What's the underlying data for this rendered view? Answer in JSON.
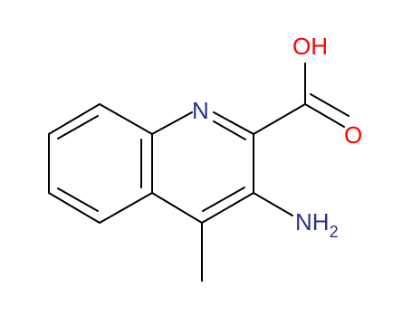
{
  "molecule": {
    "atoms": {
      "n1": {
        "symbol": "N",
        "color": "#2f2f8f"
      },
      "oh": {
        "symbol": "OH",
        "color": "#ff0000"
      },
      "o": {
        "symbol": "O",
        "color": "#ff0000"
      },
      "nh2": {
        "symbol": "NH",
        "subscript": "2",
        "color": "#2f2f8f"
      }
    },
    "bond_color": "#000000"
  }
}
